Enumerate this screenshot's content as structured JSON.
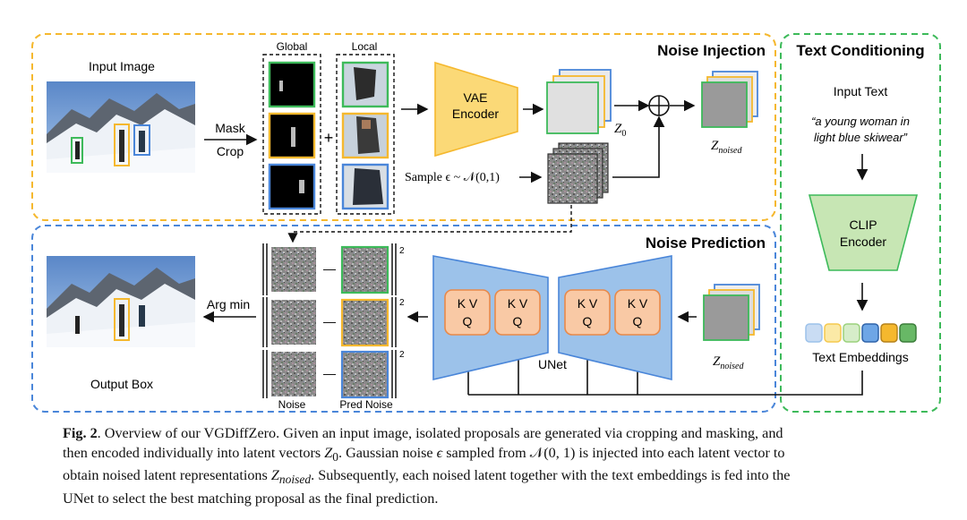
{
  "figure": {
    "sections": {
      "noise_injection": "Noise Injection",
      "text_conditioning": "Text Conditioning",
      "noise_prediction": "Noise Prediction"
    },
    "labels": {
      "input_image": "Input Image",
      "global": "Global",
      "local": "Local",
      "mask": "Mask",
      "crop": "Crop",
      "plus": "+",
      "vae_encoder_line1": "VAE",
      "vae_encoder_line2": "Encoder",
      "z0": "Z",
      "z0_sub": "0",
      "z_noised": "Z",
      "z_noised_sub": "noised",
      "sample": "Sample ϵ ~ 𝒩(0,1)",
      "input_text": "Input Text",
      "input_text_quote_line1": "“a young woman in",
      "input_text_quote_line2": "light blue skiwear”",
      "clip_line1": "CLIP",
      "clip_line2": "Encoder",
      "text_embeddings": "Text Embeddings",
      "unet": "UNet",
      "kv": "K V",
      "q": "Q",
      "arg_min": "Arg min",
      "output_box": "Output Box",
      "noise": "Noise",
      "pred_noise": "Pred Noise",
      "minus": "—",
      "squared": "2"
    },
    "colors": {
      "yellow": "#f5b82e",
      "green": "#3dba5a",
      "blue": "#4a86d9",
      "vae_fill": "#fbd977",
      "clip_fill": "#c7e6b4",
      "unet_fill": "#9cc2ea",
      "attn_fill": "#f9c9a5",
      "attn_stroke": "#e8894a"
    }
  },
  "caption": {
    "label": "Fig. 2",
    "text_line1": ". Overview of our VGDiffZero. Given an input image, isolated proposals are generated via cropping and masking, and",
    "text_line2a": "then encoded individually into latent vectors ",
    "text_line2b": ". Gaussian noise ",
    "text_line2c": " sampled from ",
    "text_line2d": " is injected into each latent vector to",
    "text_line3a": "obtain noised latent representations ",
    "text_line3b": ". Subsequently, each noised latent together with the text embeddings is fed into the",
    "text_line4": "UNet to select the best matching proposal as the final prediction.",
    "z0": "Z",
    "z0_sub": "0",
    "eps": "ϵ",
    "normal": "𝒩(0, 1)",
    "znoised": "Z",
    "znoised_sub": "noised"
  }
}
